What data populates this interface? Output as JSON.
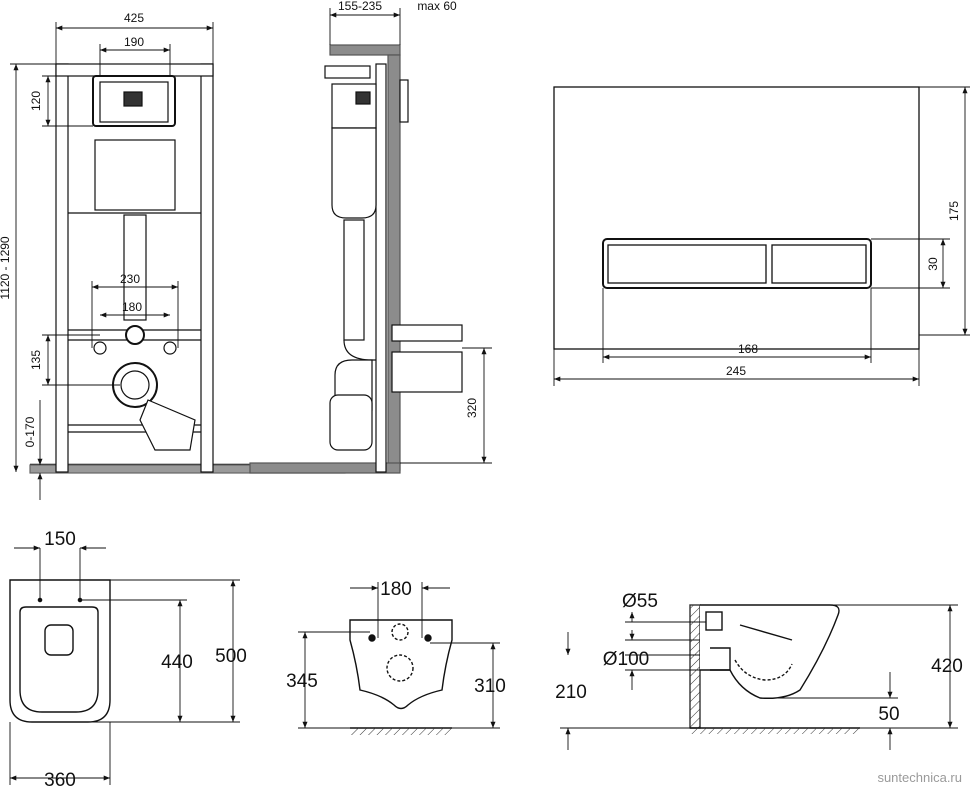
{
  "installation_frame_front": {
    "width_label": "425",
    "panel_width_label": "190",
    "panel_height_label": "120",
    "height_range_label": "1120 - 1290",
    "outer_bolt_spacing_label": "230",
    "inner_bolt_spacing_label": "180",
    "bolt_height_label": "135",
    "foot_adjust_label": "0-170"
  },
  "installation_frame_side": {
    "depth_range_label": "155-235",
    "max_wall_label": "max 60",
    "outlet_height_label": "320"
  },
  "flush_plate": {
    "height_label": "175",
    "button_height_label": "30",
    "button_width_label": "168",
    "width_label": "245"
  },
  "toilet_top": {
    "top_width_label": "150",
    "length_label": "500",
    "seat_length_label": "440",
    "width_label": "360"
  },
  "toilet_front": {
    "bolt_spacing_label": "180",
    "total_height_label": "345",
    "bolt_height_label": "310"
  },
  "toilet_side": {
    "inlet_diameter_label": "Ø55",
    "outlet_diameter_label": "Ø100",
    "outlet_height_label": "210",
    "rim_height_label": "420",
    "gap_label": "50"
  },
  "watermark": "suntechnica.ru"
}
